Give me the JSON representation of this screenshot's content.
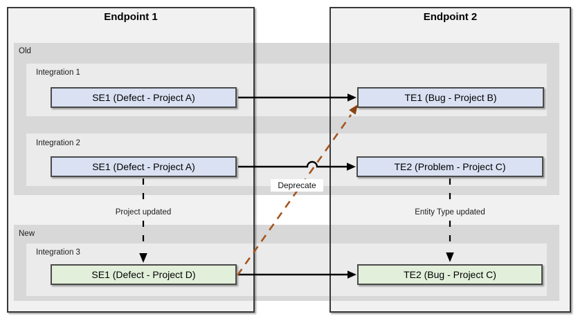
{
  "endpoints": [
    {
      "title": "Endpoint 1"
    },
    {
      "title": "Endpoint 2"
    }
  ],
  "groups": [
    {
      "label": "Old"
    },
    {
      "label": "New"
    }
  ],
  "integrations": [
    {
      "label": "Integration 1",
      "source": {
        "label": "SE1 (Defect - Project A)",
        "state": "old"
      },
      "target": {
        "label": "TE1 (Bug - Project B)",
        "state": "old"
      }
    },
    {
      "label": "Integration 2",
      "source": {
        "label": "SE1 (Defect - Project A)",
        "state": "old"
      },
      "target": {
        "label": "TE2 (Problem - Project C)",
        "state": "old"
      }
    },
    {
      "label": "Integration 3",
      "source": {
        "label": "SE1 (Defect - Project D)",
        "state": "new"
      },
      "target": {
        "label": "TE2 (Bug - Project C)",
        "state": "new"
      }
    }
  ],
  "annotations": {
    "deprecate": "Deprecate",
    "source_change": "Project updated",
    "target_change": "Entity Type updated"
  },
  "colors": {
    "old_entity_fill": "#d9e1f2",
    "new_entity_fill": "#e2efda",
    "band_fill": "#d8d8d8",
    "integration_row_fill": "#ebebeb",
    "endpoint_fill": "#f1f1f2",
    "deprecate_line": "#a4551e",
    "arrow": "#000000"
  }
}
